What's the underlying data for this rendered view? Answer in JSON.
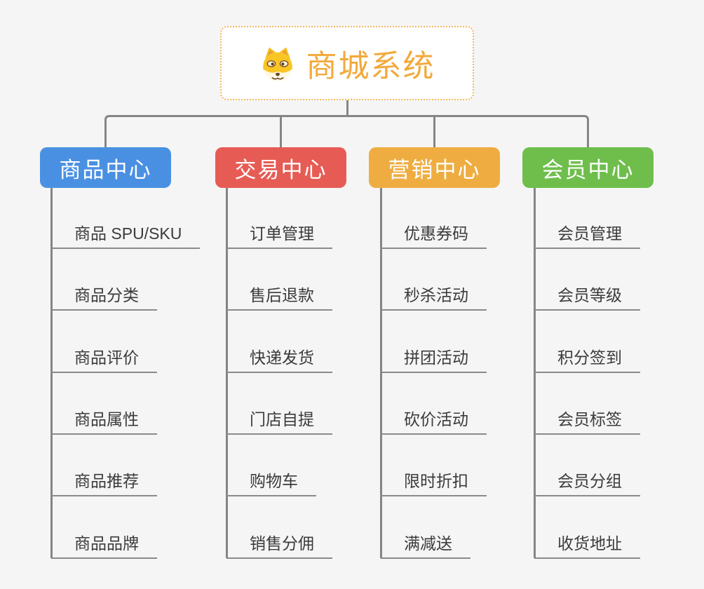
{
  "page": {
    "background_color": "#f5f5f5",
    "connector_color": "#858585",
    "item_underline_color": "#8a8a8a",
    "item_text_color": "#3b3b3b"
  },
  "root": {
    "title": "商城系统",
    "icon": "shiba-dog-icon",
    "text_color": "#F2A93B",
    "border_color": "#F3B75C",
    "background_color": "#ffffff"
  },
  "branches": [
    {
      "id": "product-center",
      "label": "商品中心",
      "color": "#4A90E2",
      "items": [
        "商品 SPU/SKU",
        "商品分类",
        "商品评价",
        "商品属性",
        "商品推荐",
        "商品品牌"
      ]
    },
    {
      "id": "trade-center",
      "label": "交易中心",
      "color": "#E65C55",
      "items": [
        "订单管理",
        "售后退款",
        "快递发货",
        "门店自提",
        "购物车",
        "销售分佣"
      ]
    },
    {
      "id": "marketing-center",
      "label": "营销中心",
      "color": "#EFAD41",
      "items": [
        "优惠券码",
        "秒杀活动",
        "拼团活动",
        "砍价活动",
        "限时折扣",
        "满减送"
      ]
    },
    {
      "id": "member-center",
      "label": "会员中心",
      "color": "#6FBE4C",
      "items": [
        "会员管理",
        "会员等级",
        "积分签到",
        "会员标签",
        "会员分组",
        "收货地址"
      ]
    }
  ]
}
